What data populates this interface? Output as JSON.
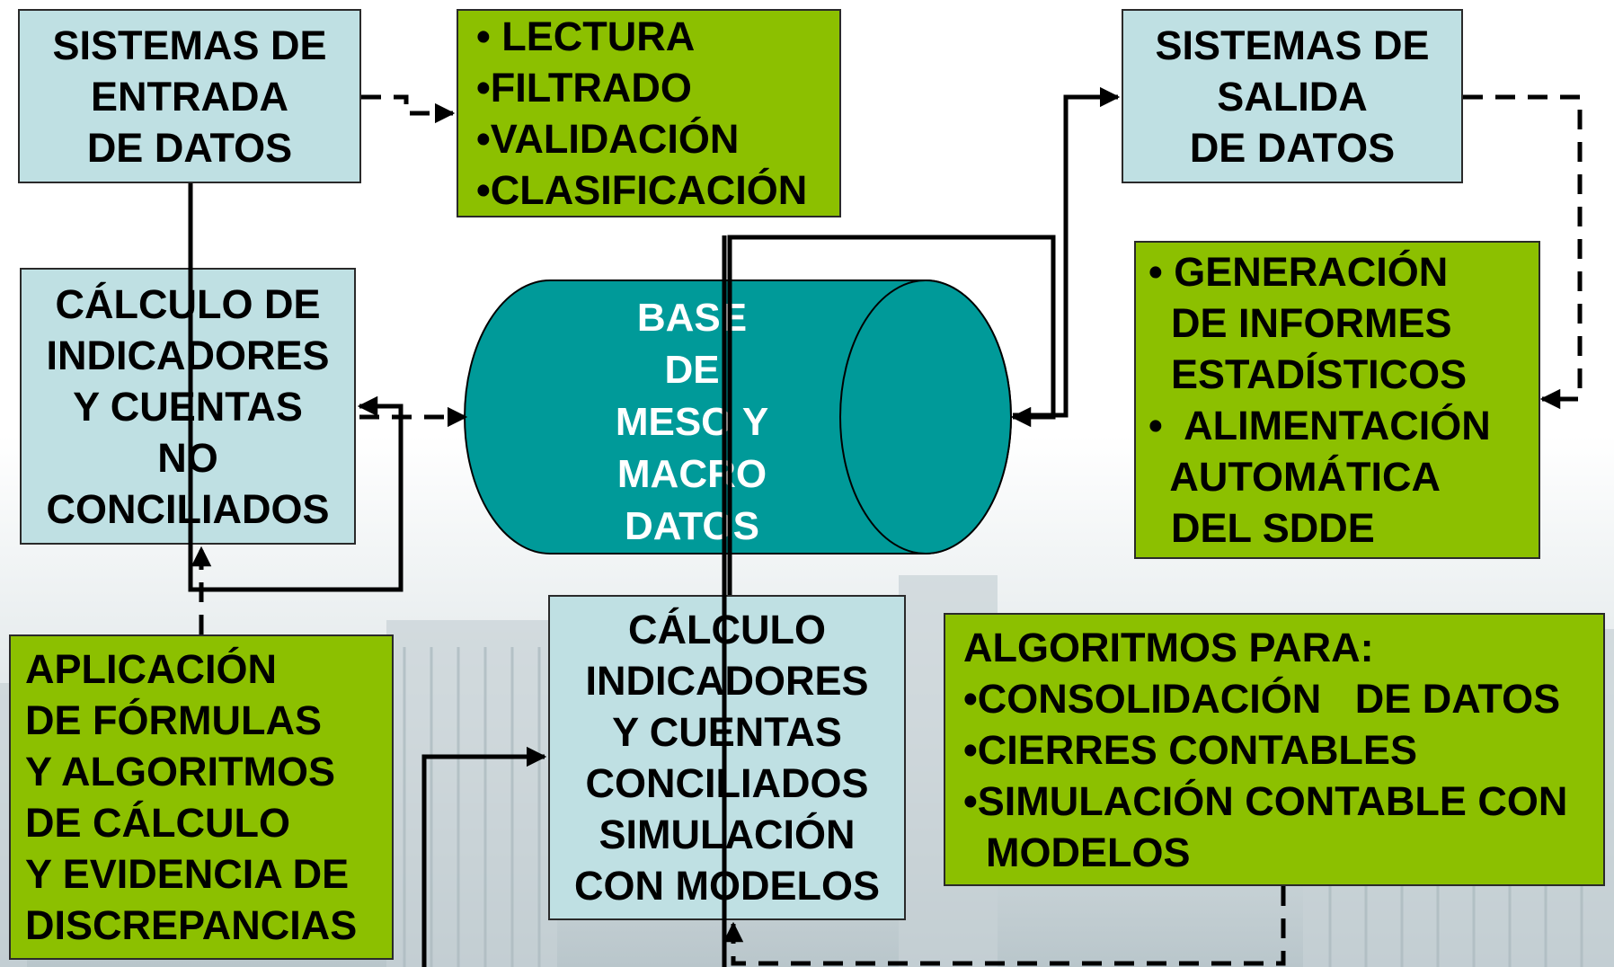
{
  "diagram": {
    "colors": {
      "blue_box": "#bfe0e3",
      "green_box": "#8cc000",
      "cylinder": "#009a99",
      "line": "#000000"
    },
    "entrada": {
      "lines": [
        "SISTEMAS DE",
        "ENTRADA",
        "DE DATOS"
      ]
    },
    "lectura": {
      "lines": [
        "• LECTURA",
        "•FILTRADO",
        "•VALIDACIÓN",
        "•CLASIFICACIÓN"
      ]
    },
    "salida": {
      "lines": [
        "SISTEMAS DE",
        "SALIDA",
        "DE DATOS"
      ]
    },
    "generacion": {
      "lines": [
        "• GENERACIÓN",
        "  DE INFORMES",
        "  ESTADÍSTICOS",
        "•  ALIMENTACIÓN",
        "  AUTOMÁTICA",
        "  DEL SDDE"
      ]
    },
    "no_conciliados": {
      "lines": [
        "CÁLCULO DE",
        "INDICADORES",
        "Y CUENTAS",
        "NO",
        "CONCILIADOS"
      ]
    },
    "base": {
      "lines": [
        "BASE",
        "DE",
        "MESO Y",
        "MACRO",
        "DATOS"
      ]
    },
    "aplicacion": {
      "lines": [
        "APLICACIÓN",
        "DE FÓRMULAS",
        "Y ALGORITMOS",
        "DE CÁLCULO",
        "Y EVIDENCIA DE",
        "DISCREPANCIAS"
      ]
    },
    "conciliados": {
      "lines": [
        "CÁLCULO",
        "INDICADORES",
        "Y CUENTAS",
        "CONCILIADOS",
        "SIMULACIÓN",
        "CON MODELOS"
      ]
    },
    "algoritmos": {
      "lines": [
        "ALGORITMOS PARA:",
        "•CONSOLIDACIÓN   DE DATOS",
        "•CIERRES CONTABLES",
        "•SIMULACIÓN CONTABLE CON",
        "  MODELOS"
      ]
    }
  }
}
